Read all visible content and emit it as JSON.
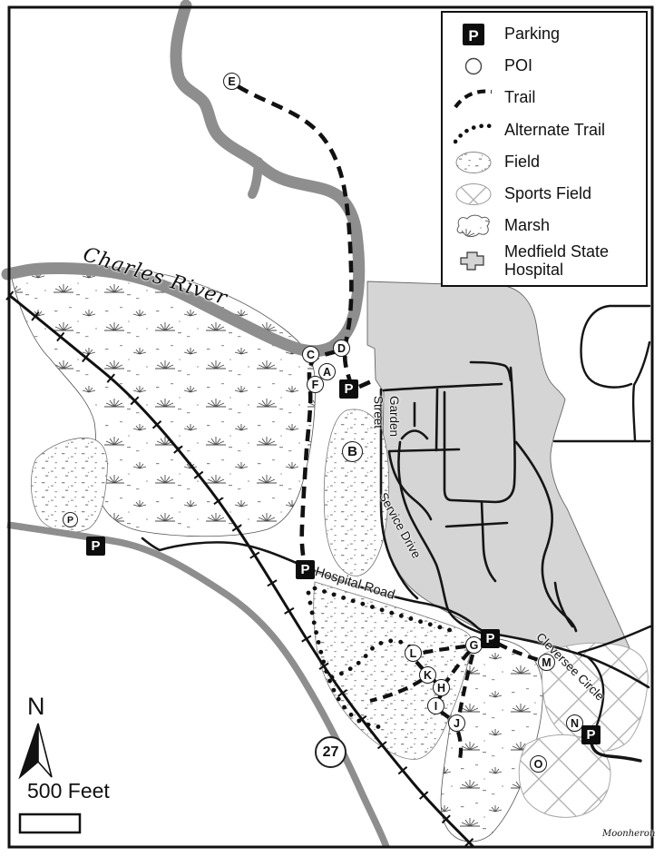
{
  "legend": {
    "items": [
      {
        "label": "Parking"
      },
      {
        "label": "POI"
      },
      {
        "label": "Trail"
      },
      {
        "label": "Alternate Trail"
      },
      {
        "label": "Field"
      },
      {
        "label": "Sports Field"
      },
      {
        "label": "Marsh"
      },
      {
        "label": "Medfield State Hospital"
      }
    ]
  },
  "map": {
    "labels": {
      "river": "Charles River",
      "garden_street": "Garden Street",
      "service_drive": "Service Drive",
      "hospital_road": "Hospital Road",
      "cleversee_circle": "Cleversee Circle"
    },
    "route_shield": "27",
    "north": "N",
    "scale_label": "500 Feet",
    "attribution": "Moonheron",
    "parking_letter": "P",
    "pois": [
      "A",
      "B",
      "C",
      "D",
      "E",
      "F",
      "G",
      "H",
      "I",
      "J",
      "K",
      "L",
      "M",
      "N",
      "O"
    ]
  }
}
